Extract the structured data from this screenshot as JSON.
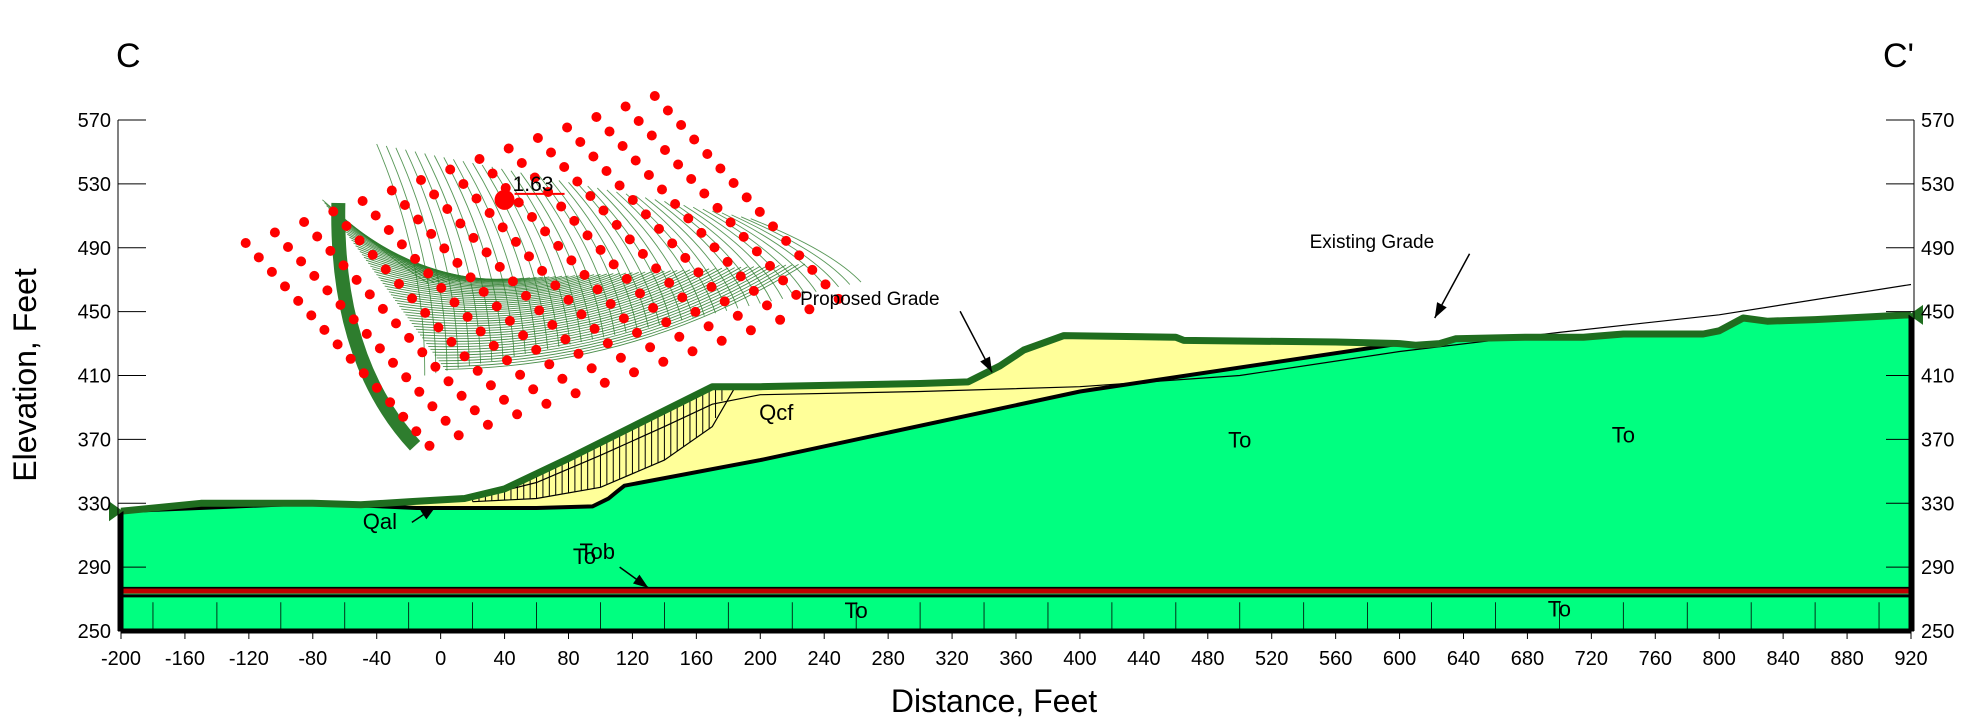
{
  "chart_data": {
    "type": "cross-section",
    "section_start_label": "C",
    "section_end_label": "C'",
    "xlabel": "Distance, Feet",
    "ylabel": "Elevation, Feet",
    "xlim": [
      -200,
      920
    ],
    "ylim": [
      250,
      570
    ],
    "x_ticks": [
      -200,
      -160,
      -120,
      -80,
      -40,
      0,
      40,
      80,
      120,
      160,
      200,
      240,
      280,
      320,
      360,
      400,
      440,
      480,
      520,
      560,
      600,
      640,
      680,
      720,
      760,
      800,
      840,
      880,
      920
    ],
    "y_ticks": [
      250,
      290,
      330,
      370,
      410,
      450,
      490,
      530,
      570
    ],
    "units": [
      {
        "label": "To",
        "x": 90,
        "y": 292
      },
      {
        "label": "To",
        "x": 500,
        "y": 365
      },
      {
        "label": "To",
        "x": 740,
        "y": 368
      },
      {
        "label": "To",
        "x": 260,
        "y": 258
      },
      {
        "label": "To",
        "x": 700,
        "y": 259
      },
      {
        "label": "Qcf",
        "x": 210,
        "y": 382
      },
      {
        "label": "Qal",
        "x": -38,
        "y": 314
      },
      {
        "label": "Tob",
        "x": 98,
        "y": 295
      }
    ],
    "annotations": [
      {
        "label": "Existing Grade",
        "x": 600,
        "y": 490
      },
      {
        "label": "Proposed Grade",
        "x": 300,
        "y": 454
      },
      {
        "label": "1.63",
        "x": 36,
        "y": 527
      }
    ],
    "factor_of_safety": 1.63,
    "existing_grade": [
      [
        -200,
        325
      ],
      [
        -150,
        330
      ],
      [
        -80,
        330
      ],
      [
        -40,
        329
      ],
      [
        0,
        332
      ],
      [
        20,
        333
      ],
      [
        60,
        343
      ],
      [
        100,
        360
      ],
      [
        140,
        378
      ],
      [
        170,
        392
      ],
      [
        200,
        398
      ],
      [
        300,
        400
      ],
      [
        400,
        403
      ],
      [
        500,
        410
      ],
      [
        600,
        425
      ],
      [
        700,
        437
      ],
      [
        800,
        448
      ],
      [
        920,
        467
      ]
    ],
    "proposed_grade": [
      [
        -200,
        325
      ],
      [
        -150,
        330
      ],
      [
        -80,
        330
      ],
      [
        -50,
        329
      ],
      [
        -20,
        331
      ],
      [
        15,
        333
      ],
      [
        40,
        339
      ],
      [
        80,
        358
      ],
      [
        120,
        378
      ],
      [
        170,
        403
      ],
      [
        200,
        403
      ],
      [
        300,
        405
      ],
      [
        330,
        406
      ],
      [
        350,
        416
      ],
      [
        365,
        426
      ],
      [
        390,
        435
      ],
      [
        460,
        434
      ],
      [
        465,
        432
      ],
      [
        560,
        431
      ],
      [
        600,
        430
      ],
      [
        610,
        429
      ],
      [
        625,
        430
      ],
      [
        635,
        433
      ],
      [
        680,
        434
      ],
      [
        715,
        434
      ],
      [
        740,
        436
      ],
      [
        790,
        436
      ],
      [
        800,
        438
      ],
      [
        815,
        446
      ],
      [
        830,
        444
      ],
      [
        860,
        445
      ],
      [
        880,
        446
      ],
      [
        900,
        447
      ],
      [
        920,
        448
      ]
    ],
    "fill_bottom": [
      [
        -200,
        325
      ],
      [
        -80,
        330
      ],
      [
        -15,
        327
      ],
      [
        15,
        327
      ],
      [
        60,
        327
      ],
      [
        95,
        328
      ],
      [
        105,
        333
      ],
      [
        110,
        337
      ],
      [
        115,
        341
      ],
      [
        200,
        357
      ],
      [
        400,
        400
      ],
      [
        600,
        430
      ]
    ],
    "tob_elevation": 275,
    "grid_search_center": [
      40,
      520
    ],
    "colors": {
      "bedrock": "#00ff80",
      "fill": "#ffff99",
      "grade_outline": "#1f6d1f",
      "tob_line": "#c00000",
      "grid_points": "#ff0000",
      "slip_surfaces": "#2e7d2e"
    }
  }
}
